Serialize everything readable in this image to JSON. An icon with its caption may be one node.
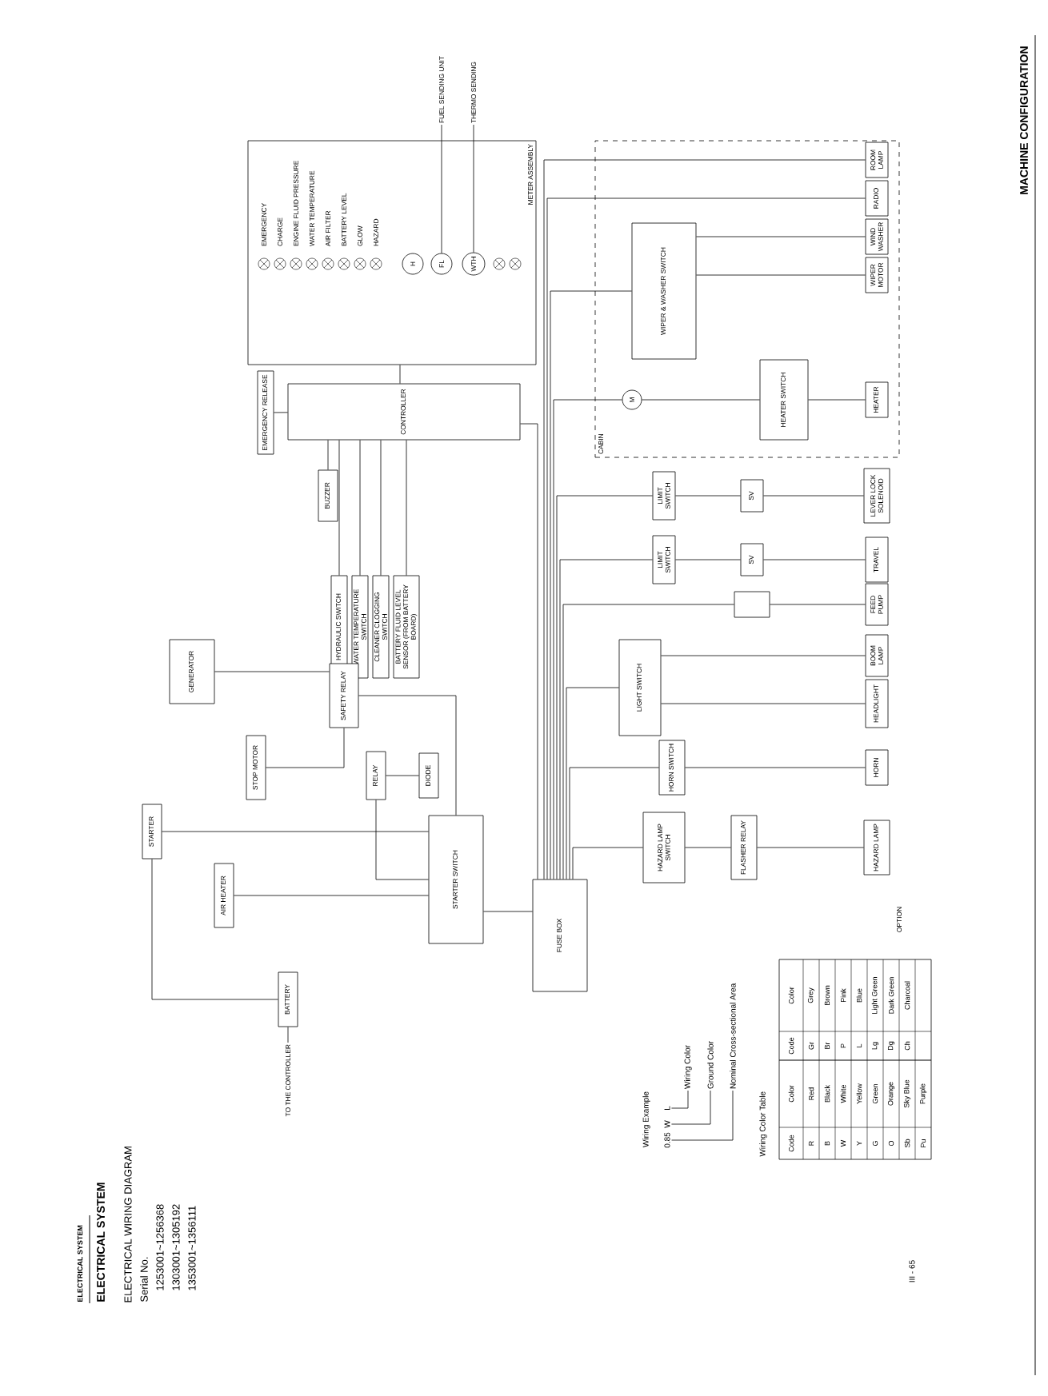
{
  "diagram": {
    "title": "ELECTRICAL WIRING DIAGRAM",
    "nodes": [
      {
        "text": [
          "METER ASSEMBLY"
        ]
      },
      {
        "text": [
          "EMERGENCY"
        ],
        "in": 0
      },
      {
        "text": [
          "CHARGE"
        ],
        "in": 0
      },
      {
        "text": [
          "ENGINE FLUID PRESSURE"
        ],
        "in": 0
      },
      {
        "text": [
          "WATER TEMPERATURE"
        ],
        "in": 0
      },
      {
        "text": [
          "AIR FILTER"
        ],
        "in": 0
      },
      {
        "text": [
          "BATTERY LEVEL"
        ],
        "in": 0
      },
      {
        "text": [
          "GLOW"
        ],
        "in": 0
      },
      {
        "text": [
          "HAZARD"
        ],
        "in": 0
      },
      {
        "text": [
          "H"
        ],
        "in": 0
      },
      {
        "text": [
          "FL"
        ],
        "in": 0
      },
      {
        "text": [
          "WTH"
        ],
        "in": 0
      },
      {
        "text": [
          "FUEL SENDING UNIT"
        ]
      },
      {
        "text": [
          "THERMO SENDING"
        ]
      },
      {
        "text": [
          "EMERGENCY RELEASE"
        ]
      },
      {
        "text": [
          "CONTROLLER"
        ]
      },
      {
        "text": [
          "BUZZER"
        ]
      },
      {
        "text": [
          "HYDRAULIC SWITCH"
        ]
      },
      {
        "text": [
          "WATER TEMPERATURE SWITCH"
        ]
      },
      {
        "text": [
          "CLEANER CLOGGING SWITCH"
        ]
      },
      {
        "text": [
          "BATTERY FLUID LEVEL SENSOR (FROM BATTERY BOARD)"
        ]
      },
      {
        "text": [
          "GENERATOR"
        ]
      },
      {
        "text": [
          "STOP MOTOR"
        ]
      },
      {
        "text": [
          "SAFETY RELAY"
        ]
      },
      {
        "text": [
          "STARTER"
        ]
      },
      {
        "text": [
          "AIR HEATER"
        ]
      },
      {
        "text": [
          "RELAY"
        ]
      },
      {
        "text": [
          "DIODE"
        ]
      },
      {
        "text": [
          "STARTER SWITCH"
        ]
      },
      {
        "text": [
          "FUSE BOX"
        ]
      },
      {
        "text": [
          "BATTERY"
        ]
      },
      {
        "text": [
          "TO THE CONTROLLER"
        ]
      },
      {
        "text": [
          "CABIN"
        ]
      },
      {
        "text": [
          "ROOM LAMP"
        ],
        "in": 32
      },
      {
        "text": [
          "RADIO"
        ],
        "in": 32
      },
      {
        "text": [
          "WIND WASHER"
        ],
        "in": 32
      },
      {
        "text": [
          "WIPER MOTOR"
        ],
        "in": 32
      },
      {
        "text": [
          "WIPER & WASHER SWITCH"
        ],
        "in": 32
      },
      {
        "text": [
          "M"
        ],
        "in": 32
      },
      {
        "text": [
          "HEATER SWITCH"
        ],
        "in": 32
      },
      {
        "text": [
          "HEATER"
        ],
        "in": 32
      },
      {
        "text": [
          "LIMIT SWITCH"
        ]
      },
      {
        "text": [
          "LEVER LOCK SOLENOID"
        ]
      },
      {
        "text": [
          "SV"
        ]
      },
      {
        "text": [
          "LIMIT SWITCH"
        ]
      },
      {
        "text": [
          "SV"
        ]
      },
      {
        "text": [
          "TRAVEL"
        ]
      },
      {
        "text": [],
        "shape": "box"
      },
      {
        "text": [
          "FEED PUMP"
        ]
      },
      {
        "text": [
          "LIGHT SWITCH"
        ]
      },
      {
        "text": [
          "BOOM LAMP"
        ]
      },
      {
        "text": [
          "HEADLIGHT"
        ]
      },
      {
        "text": [
          "HORN SWITCH"
        ]
      },
      {
        "text": [
          "HORN"
        ]
      },
      {
        "text": [
          "HAZARD LAMP SWITCH"
        ]
      },
      {
        "text": [
          "FLASHER RELAY"
        ]
      },
      {
        "text": [
          "HAZARD LAMP"
        ]
      },
      {
        "text": [
          "0.85"
        ]
      },
      {
        "text": [
          "W"
        ]
      },
      {
        "text": [
          "L"
        ]
      },
      {
        "text": [
          "Wiring Color"
        ]
      },
      {
        "text": [
          "Ground Color"
        ]
      },
      {
        "text": [
          "Nominal Cross-sectional Area"
        ]
      }
    ],
    "edges": [
      {
        "from": 12,
        "to": 10,
        "arrow": "none"
      },
      {
        "from": 13,
        "to": 11,
        "arrow": "none"
      },
      {
        "from": 0,
        "to": 15,
        "arrow": "none"
      },
      {
        "from": 14,
        "to": 15,
        "arrow": "none"
      },
      {
        "from": 16,
        "to": 15,
        "arrow": "none"
      },
      {
        "from": 17,
        "to": 15,
        "arrow": "none"
      },
      {
        "from": 18,
        "to": 15,
        "arrow": "none"
      },
      {
        "from": 19,
        "to": 15,
        "arrow": "none"
      },
      {
        "from": 20,
        "to": 15,
        "arrow": "none"
      },
      {
        "from": 15,
        "to": 29,
        "arrow": "none"
      },
      {
        "from": 30,
        "to": 24,
        "arrow": "none"
      },
      {
        "from": 30,
        "to": 31,
        "arrow": "none"
      },
      {
        "from": 24,
        "to": 28,
        "arrow": "none"
      },
      {
        "from": 21,
        "to": 23,
        "arrow": "none"
      },
      {
        "from": 22,
        "to": 23,
        "arrow": "none"
      },
      {
        "from": 23,
        "to": 28,
        "arrow": "none"
      },
      {
        "from": 26,
        "to": 28,
        "arrow": "none"
      },
      {
        "from": 27,
        "to": 26,
        "arrow": "none"
      },
      {
        "from": 25,
        "to": 28,
        "arrow": "none"
      },
      {
        "from": 28,
        "to": 29,
        "arrow": "none"
      },
      {
        "from": 29,
        "to": 33,
        "arrow": "none"
      },
      {
        "from": 29,
        "to": 34,
        "arrow": "none"
      },
      {
        "from": 29,
        "to": 37,
        "arrow": "none"
      },
      {
        "from": 37,
        "to": 35,
        "arrow": "none"
      },
      {
        "from": 37,
        "to": 36,
        "arrow": "none"
      },
      {
        "from": 29,
        "to": 38,
        "arrow": "none"
      },
      {
        "from": 38,
        "to": 39,
        "arrow": "none"
      },
      {
        "from": 39,
        "to": 40,
        "arrow": "none"
      },
      {
        "from": 29,
        "to": 41,
        "arrow": "none"
      },
      {
        "from": 41,
        "to": 43,
        "arrow": "none"
      },
      {
        "from": 43,
        "to": 42,
        "arrow": "none"
      },
      {
        "from": 29,
        "to": 44,
        "arrow": "none"
      },
      {
        "from": 44,
        "to": 45,
        "arrow": "none"
      },
      {
        "from": 45,
        "to": 46,
        "arrow": "none"
      },
      {
        "from": 29,
        "to": 47,
        "arrow": "none"
      },
      {
        "from": 47,
        "to": 48,
        "arrow": "none"
      },
      {
        "from": 29,
        "to": 49,
        "arrow": "none"
      },
      {
        "from": 49,
        "to": 50,
        "arrow": "none"
      },
      {
        "from": 49,
        "to": 51,
        "arrow": "none"
      },
      {
        "from": 29,
        "to": 52,
        "arrow": "none"
      },
      {
        "from": 52,
        "to": 53,
        "arrow": "none"
      },
      {
        "from": 29,
        "to": 54,
        "arrow": "none"
      },
      {
        "from": 54,
        "to": 55,
        "arrow": "none"
      },
      {
        "from": 55,
        "to": 56,
        "arrow": "none"
      },
      {
        "from": 59,
        "to": 60,
        "arrow": "none"
      },
      {
        "from": 58,
        "to": 61,
        "arrow": "none"
      },
      {
        "from": 57,
        "to": 62,
        "arrow": "none"
      }
    ],
    "labels": [
      "ELECTRICAL SYSTEM",
      "ELECTRICAL SYSTEM",
      "Serial No.",
      "1253001~1256368",
      "1303001~1305192",
      "1353001~1356111",
      "MACHINE CONFIGURATION",
      "OPTION",
      "Wiring Example",
      "Wiring Color Table",
      "Code",
      "Color",
      "Code",
      "Color",
      "R",
      "Red",
      "Gr",
      "Grey",
      "B",
      "Black",
      "Br",
      "Brown",
      "W",
      "White",
      "P",
      "Pink",
      "Y",
      "Yellow",
      "L",
      "Blue",
      "G",
      "Green",
      "Lg",
      "Light Green",
      "O",
      "Orange",
      "Dg",
      "Dark Green",
      "Sb",
      "Sky Blue",
      "Ch",
      "Charcoal",
      "Pu",
      "Purple",
      "III - 65"
    ]
  }
}
